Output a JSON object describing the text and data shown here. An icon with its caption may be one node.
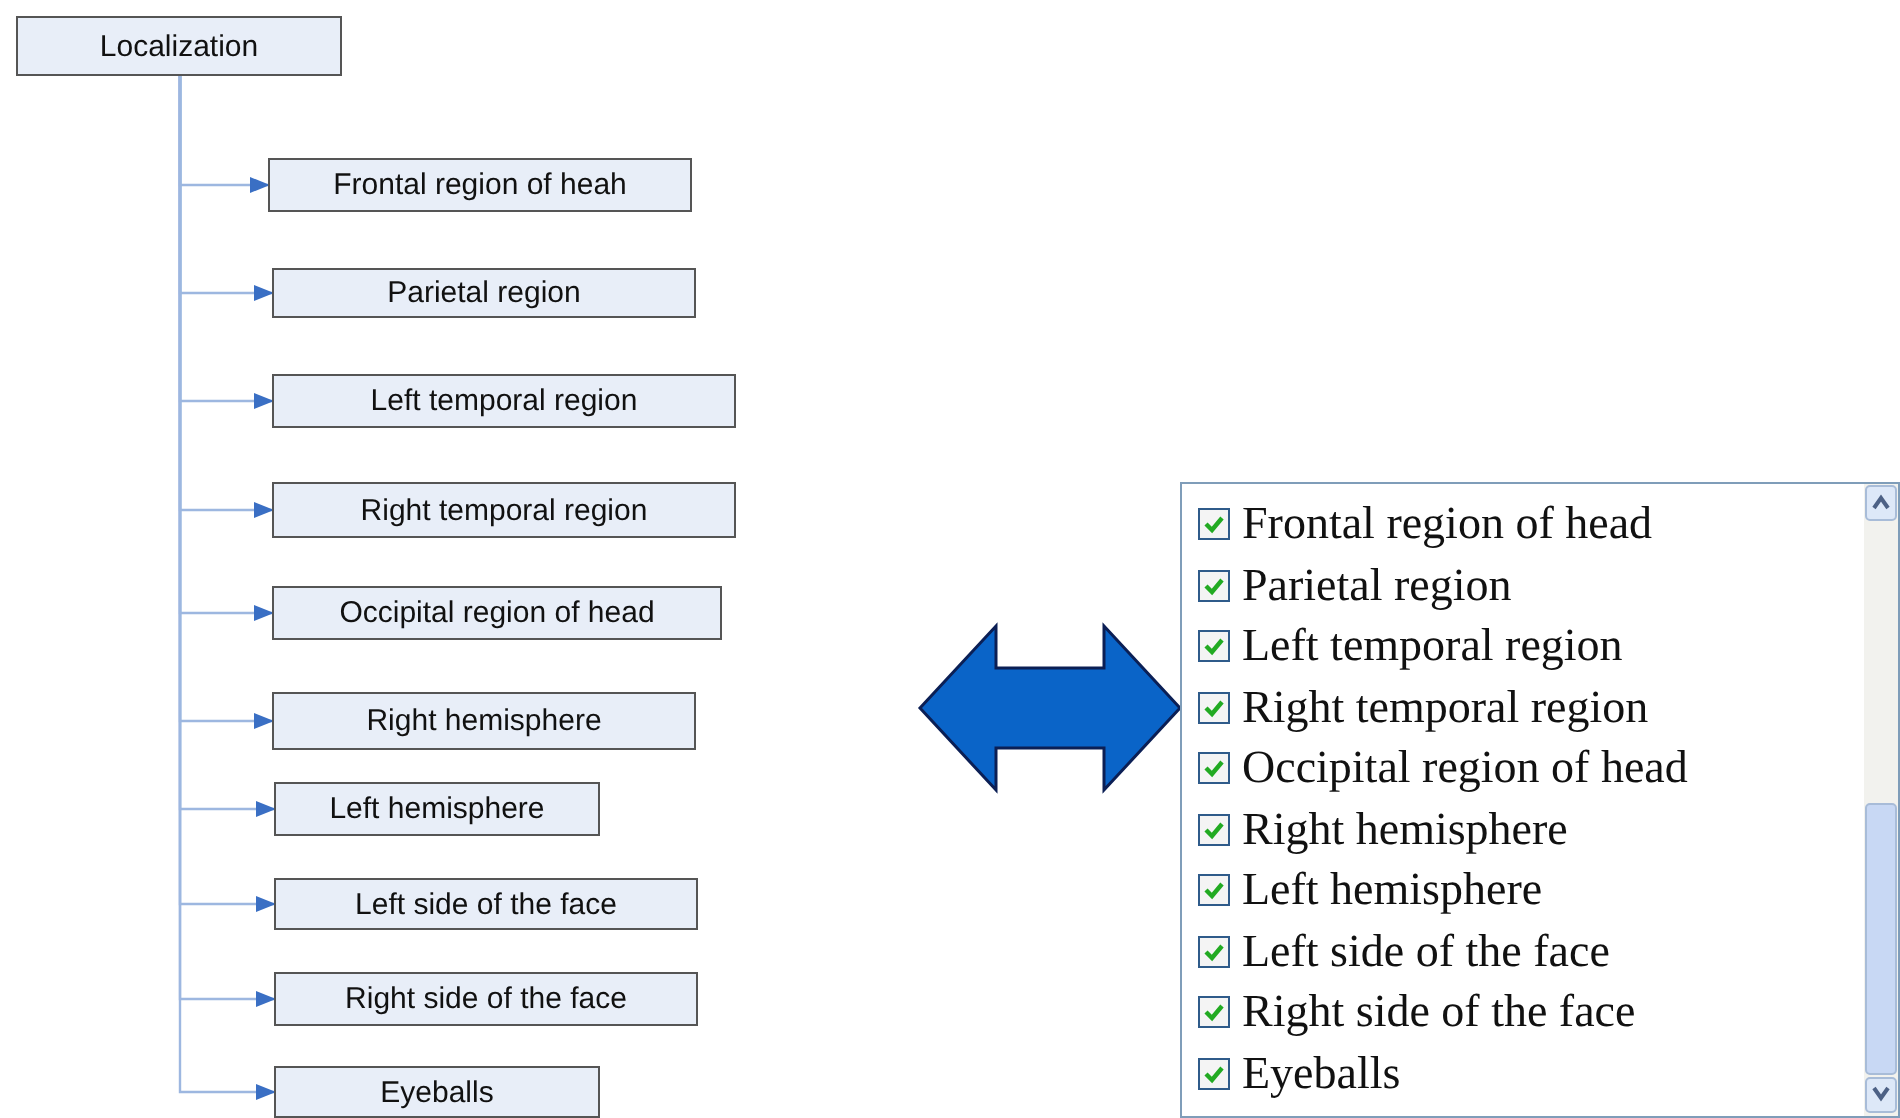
{
  "diagram": {
    "nodes": [
      {
        "text": [
          "Localization"
        ]
      },
      {
        "text": [
          "Frontal region of heah"
        ]
      },
      {
        "text": [
          "Parietal region"
        ]
      },
      {
        "text": [
          "Left temporal region"
        ]
      },
      {
        "text": [
          "Right temporal region"
        ]
      },
      {
        "text": [
          "Occipital region of head"
        ]
      },
      {
        "text": [
          "Right hemisphere"
        ]
      },
      {
        "text": [
          "Left hemisphere"
        ]
      },
      {
        "text": [
          "Left side of the face"
        ]
      },
      {
        "text": [
          "Right side of the face"
        ]
      },
      {
        "text": [
          "Eyeballs"
        ]
      },
      {
        "text": [],
        "shape": "box"
      },
      {
        "text": [
          "Frontal region of head"
        ],
        "in": 11
      },
      {
        "text": [
          "Parietal region"
        ],
        "in": 11
      },
      {
        "text": [
          "Left temporal region"
        ],
        "in": 11
      },
      {
        "text": [
          "Right temporal region"
        ],
        "in": 11
      },
      {
        "text": [
          "Occipital region of head"
        ],
        "in": 11
      },
      {
        "text": [
          "Right hemisphere"
        ],
        "in": 11
      },
      {
        "text": [
          "Left hemisphere"
        ],
        "in": 11
      },
      {
        "text": [
          "Left side of the face"
        ],
        "in": 11
      },
      {
        "text": [
          "Right side of the face"
        ],
        "in": 11
      },
      {
        "text": [
          "Eyeballs"
        ],
        "in": 11
      }
    ],
    "edges": [
      {
        "from": 0,
        "to": 1,
        "arrow": "to"
      },
      {
        "from": 0,
        "to": 2,
        "arrow": "to"
      },
      {
        "from": 0,
        "to": 3,
        "arrow": "to"
      },
      {
        "from": 0,
        "to": 4,
        "arrow": "to"
      },
      {
        "from": 0,
        "to": 5,
        "arrow": "to"
      },
      {
        "from": 0,
        "to": 6,
        "arrow": "to"
      },
      {
        "from": 0,
        "to": 7,
        "arrow": "to"
      },
      {
        "from": 0,
        "to": 8,
        "arrow": "to"
      },
      {
        "from": 0,
        "to": 9,
        "arrow": "to"
      },
      {
        "from": 0,
        "to": 10,
        "arrow": "to"
      },
      {
        "from": null,
        "to": 11,
        "arrow": "both"
      }
    ]
  }
}
